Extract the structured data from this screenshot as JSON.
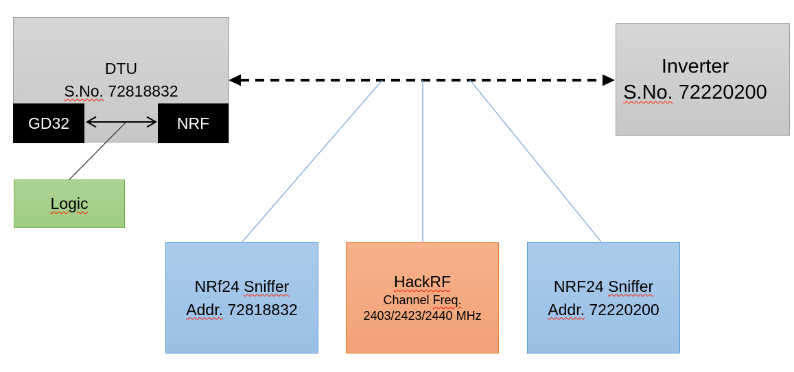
{
  "diagram": {
    "nodes": {
      "dtu": {
        "title": "DTU",
        "serial_label": "S.No.",
        "serial_number": "72818832"
      },
      "gd32": {
        "label": "GD32"
      },
      "nrf": {
        "label": "NRF"
      },
      "inverter": {
        "title": "Inverter",
        "serial_label": "S.No.",
        "serial_number": "72220200"
      },
      "logic": {
        "label": "Logic"
      },
      "sniffer_left": {
        "title_prefix": "NRf24",
        "title_word": "Sniffer",
        "addr_label": "Addr.",
        "addr_number": "72818832"
      },
      "hackrf": {
        "title": "HackRF",
        "subtitle_prefix": "Channel",
        "subtitle_word": "Freq.",
        "frequencies": "2403/2423/2440 MHz"
      },
      "sniffer_right": {
        "title_prefix": "NRF24",
        "title_word": "Sniffer",
        "addr_label": "Addr.",
        "addr_number": "72220200"
      }
    },
    "connections": [
      {
        "from": "DTU",
        "to": "Inverter",
        "style": "dashed-double-arrow"
      },
      {
        "from": "GD32",
        "to": "NRF",
        "style": "solid-double-arrow"
      },
      {
        "from": "GD32-NRF link",
        "to": "Logic",
        "style": "thin-line"
      },
      {
        "from": "DTU-Inverter link",
        "to": "NRf24 Sniffer Addr. 72818832",
        "style": "thin-blue-line"
      },
      {
        "from": "DTU-Inverter link",
        "to": "HackRF",
        "style": "thin-blue-line"
      },
      {
        "from": "DTU-Inverter link",
        "to": "NRF24 Sniffer Addr. 72220200",
        "style": "thin-blue-line"
      }
    ],
    "colors": {
      "background": "#ffffff",
      "text": "#000000",
      "gray_box_fill": "#cdcdcd",
      "gray_box_border": "#9d9d9d",
      "black_chip_fill": "#000000",
      "black_chip_text": "#ffffff",
      "green_box_fill": "#a9d18e",
      "green_box_border": "#70ad47",
      "blue_box_fill": "#a2c5e8",
      "blue_box_border": "#5b9bd5",
      "orange_box_fill": "#f4ab80",
      "orange_box_border": "#ed7d31",
      "connector_blue": "#7da6d9",
      "arrow_black": "#000000",
      "spellcheck_underline_red": "#ff1a00"
    }
  }
}
